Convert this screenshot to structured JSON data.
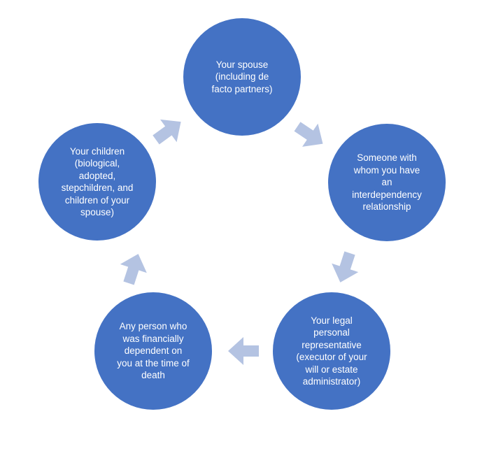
{
  "diagram": {
    "type": "cycle",
    "colors": {
      "node_fill": "#4472c4",
      "node_text": "#ffffff",
      "arrow_fill": "#b4c3e2"
    },
    "nodes": [
      {
        "label": "Your spouse\n(including de\nfacto partners)"
      },
      {
        "label": "Someone with\nwhom you have\nan\ninterdependency\nrelationship"
      },
      {
        "label": "Your legal\npersonal\nrepresentative\n(executor of your\nwill or estate\nadministrator)"
      },
      {
        "label": "Any person who\nwas financially\ndependent on\nyou at the time of\ndeath"
      },
      {
        "label": "Your children\n(biological,\nadopted,\nstepchildren, and\nchildren of your\nspouse)"
      }
    ]
  }
}
